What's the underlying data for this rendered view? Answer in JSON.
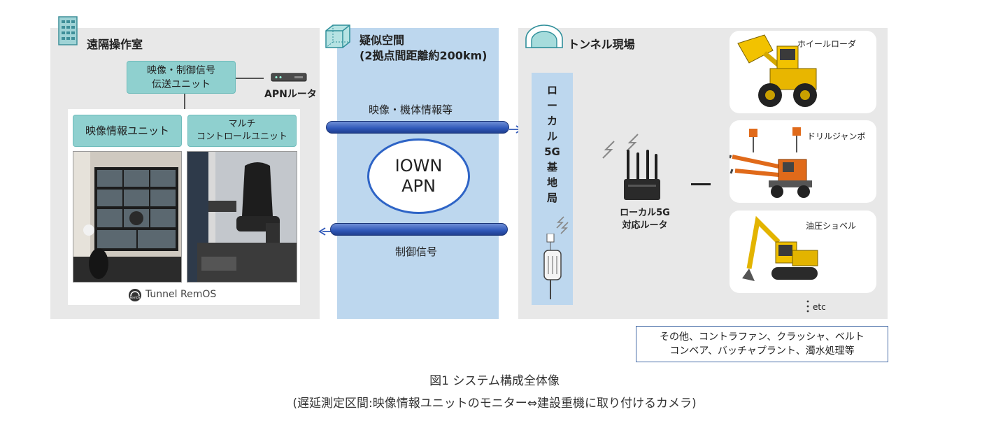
{
  "remote_room": {
    "title": "遠隔操作室",
    "transmission_unit": "映像・制御信号\n伝送ユニット",
    "router_label": "APNルータ",
    "video_unit": "映像情報ユニット",
    "multi_control_unit": "マルチ\nコントロールユニット",
    "brand": "Tunnel RemOS",
    "brand_icon_text": "RemOS"
  },
  "pseudo_space": {
    "title": "疑似空間",
    "subtitle": "(2拠点間距離約200km)",
    "upstream_label": "映像・機体情報等",
    "network_label": "IOWN\nAPN",
    "downstream_label": "制御信号"
  },
  "tunnel_site": {
    "title": "トンネル現場",
    "base_station": "ロ\nー\nカ\nル\n5G\n基\n地\n局",
    "router_label": "ローカル5G\n対応ルータ",
    "machines": [
      "ホイールローダ",
      "ドリルジャンボ",
      "油圧ショベル"
    ],
    "etc_label": "etc",
    "other_equipment": "その他、コントラファン、クラッシャ、ベルト\nコンベア、バッチャプラント、濁水処理等"
  },
  "caption": {
    "line1": "図1 システム構成全体像",
    "line2": "(遅延測定区間:映像情報ユニットのモニター⇔建設重機に取り付けるカメラ)"
  },
  "colors": {
    "panel_gray": "#e8e8e8",
    "pseudo_blue": "#bdd7ee",
    "teal_box": "#8fd0cf",
    "pipe_blue": "#2f57b8",
    "ellipse_border": "#2e64c6",
    "other_box_border": "#4a6fa8"
  }
}
